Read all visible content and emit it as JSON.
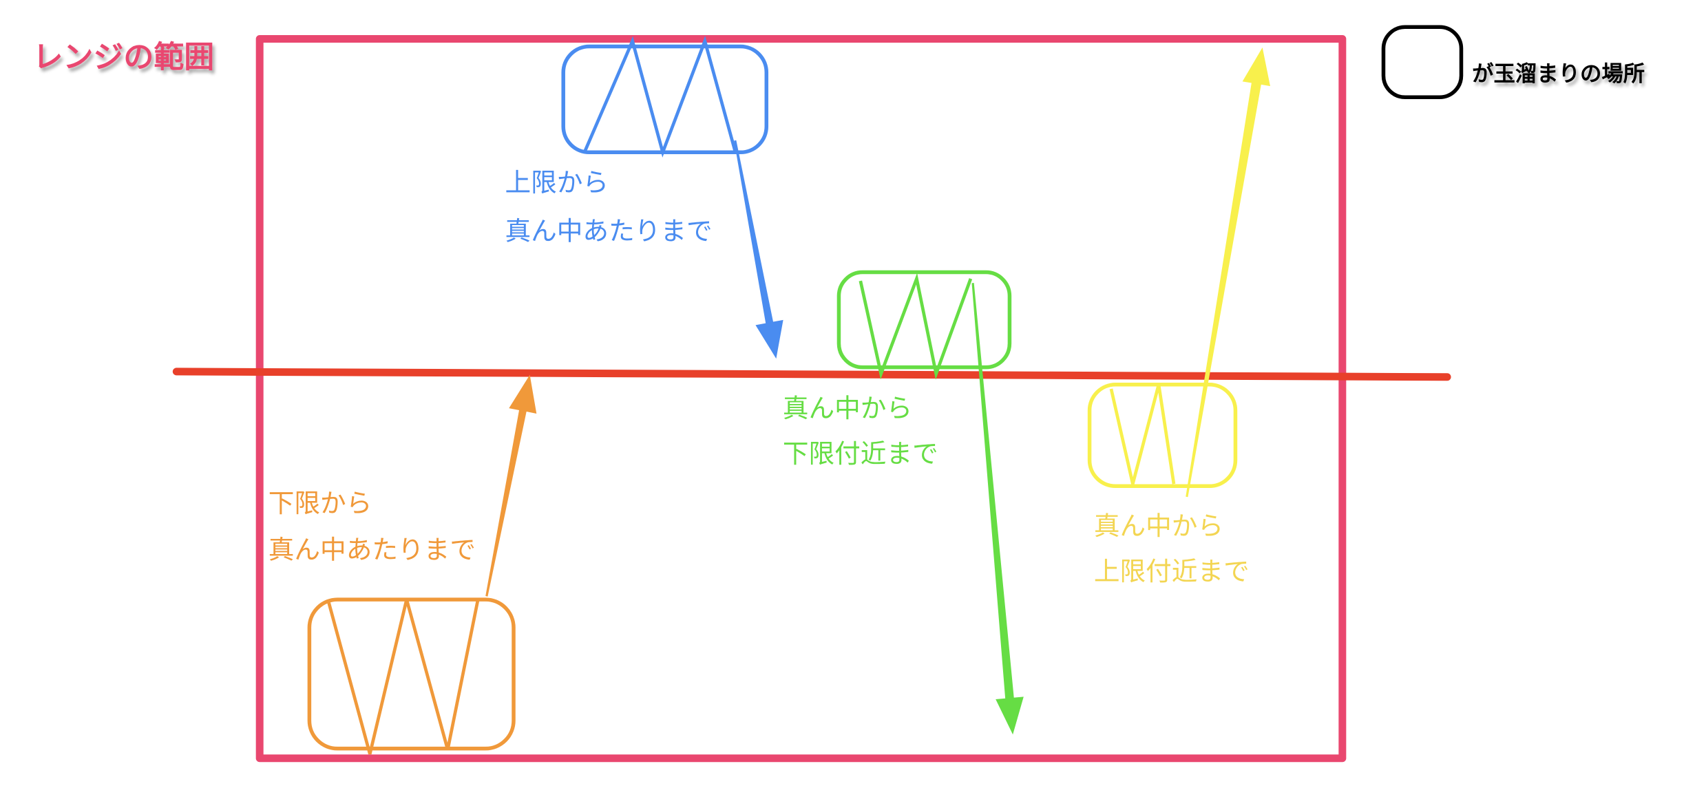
{
  "title": "レンジの範囲",
  "legend": {
    "text": "が玉溜まりの場所"
  },
  "colors": {
    "range": "#E9476F",
    "midline": "#E8402A",
    "blue": "#4A8CF0",
    "green": "#66DD44",
    "orange": "#F0993A",
    "yellow": "#F8F04C",
    "yellow_text": "#F3D552"
  },
  "annotations": {
    "blue": {
      "line1": "上限から",
      "line2": "真ん中あたりまで"
    },
    "green": {
      "line1": "真ん中から",
      "line2": "下限付近まで"
    },
    "orange": {
      "line1": "下限から",
      "line2": "真ん中あたりまで"
    },
    "yellow": {
      "line1": "真ん中から",
      "line2": "上限付近まで"
    }
  }
}
